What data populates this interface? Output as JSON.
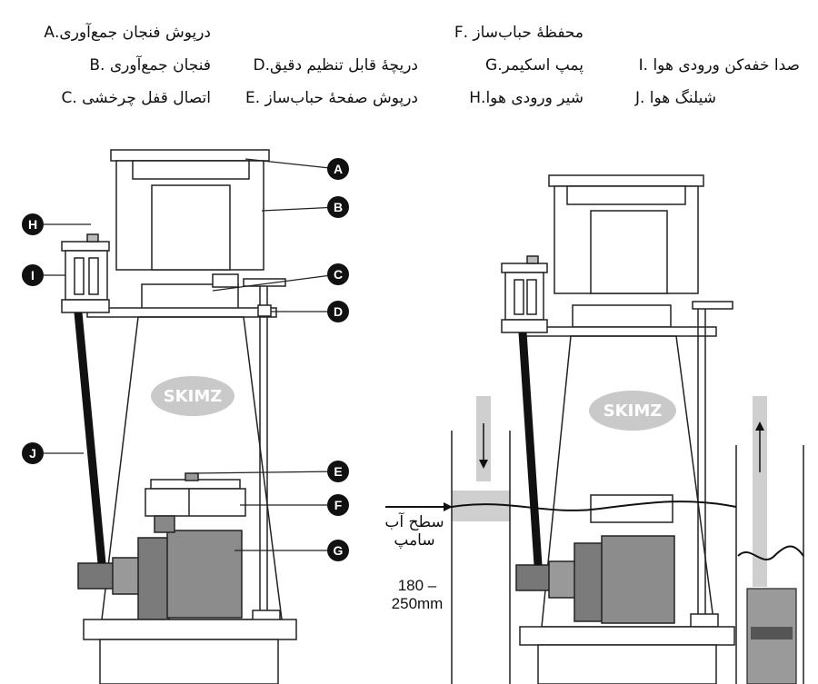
{
  "legend": {
    "A": "درپوش  فنجان جمع‌آوری.A",
    "B": "فنجان جمع‌آوری .B",
    "C": "اتصال قفل چرخشی .C",
    "D": "دریچهٔ  قابل تنظیم دقیق.D",
    "E": "درپوش صفحهٔ حباب‌ساز .E",
    "F": "محفظهٔ حباب‌ساز .F",
    "G": "پمپ اسکیمر.G",
    "H": "شیر ورودی هوا.H",
    "I": "صدا خفه‌کن ورودی هوا  .I",
    "J": "شیلنگ هوا .J"
  },
  "callouts": [
    "A",
    "B",
    "C",
    "D",
    "E",
    "F",
    "G",
    "H",
    "I",
    "J"
  ],
  "logo_text": "SKIMZ",
  "water_level": {
    "label_line1": "سطح آب",
    "label_line2": "سامپ",
    "range_line1": "180 –",
    "range_line2": "250mm"
  },
  "colors": {
    "outline": "#222222",
    "pump_gray": "#8c8c8c",
    "pump_dark": "#6f6f6f",
    "pipe_gray": "#c8c8c8",
    "water_gray": "#cfcfcf",
    "hose": "#111111"
  }
}
